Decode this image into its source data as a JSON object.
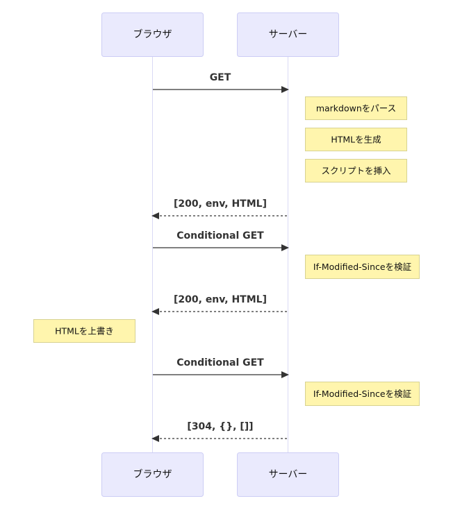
{
  "actors": {
    "browser": "ブラウザ",
    "server": "サーバー"
  },
  "messages": [
    "GET",
    "[200, env, HTML]",
    "Conditional GET",
    "[200, env, HTML]",
    "Conditional GET",
    "[304, {}, []]"
  ],
  "notes": [
    "markdownをパース",
    "HTMLを生成",
    "スクリプトを挿入",
    "If-Modified-Sinceを検証",
    "HTMLを上書き",
    "If-Modified-Sinceを検証"
  ],
  "colors": {
    "actor_fill": "#eaeafd",
    "actor_border": "#cccdf5",
    "note_fill": "#fff5ad",
    "note_border": "#d7d291",
    "line": "#333333"
  }
}
